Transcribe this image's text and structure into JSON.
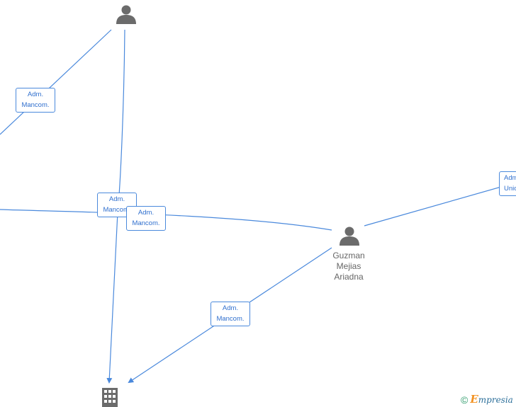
{
  "nodes": {
    "person_top": {
      "name": []
    },
    "person_guzman": {
      "name": [
        "Guzman",
        "Mejias",
        "Ariadna"
      ]
    },
    "company": {
      "name": []
    }
  },
  "edges": {
    "top_left": {
      "label": [
        "Adm.",
        "Mancom."
      ]
    },
    "top_to_company": {
      "label": [
        "Adm.",
        "Mancom."
      ]
    },
    "left_to_guzman": {
      "label": [
        "Adm.",
        "Mancom."
      ]
    },
    "guzman_to_company": {
      "label": [
        "Adm.",
        "Mancom."
      ]
    },
    "guzman_right": {
      "label": [
        "Adm.",
        "Unic."
      ]
    }
  },
  "colors": {
    "edge": "#4a89dc",
    "node_icon": "#6b6b6b",
    "label_text": "#2f6fce"
  },
  "icons": [
    "person-icon",
    "building-icon",
    "copyright-icon"
  ],
  "watermark": {
    "copyright": "©",
    "brand_initial": "E",
    "brand_rest": "mpresia"
  }
}
